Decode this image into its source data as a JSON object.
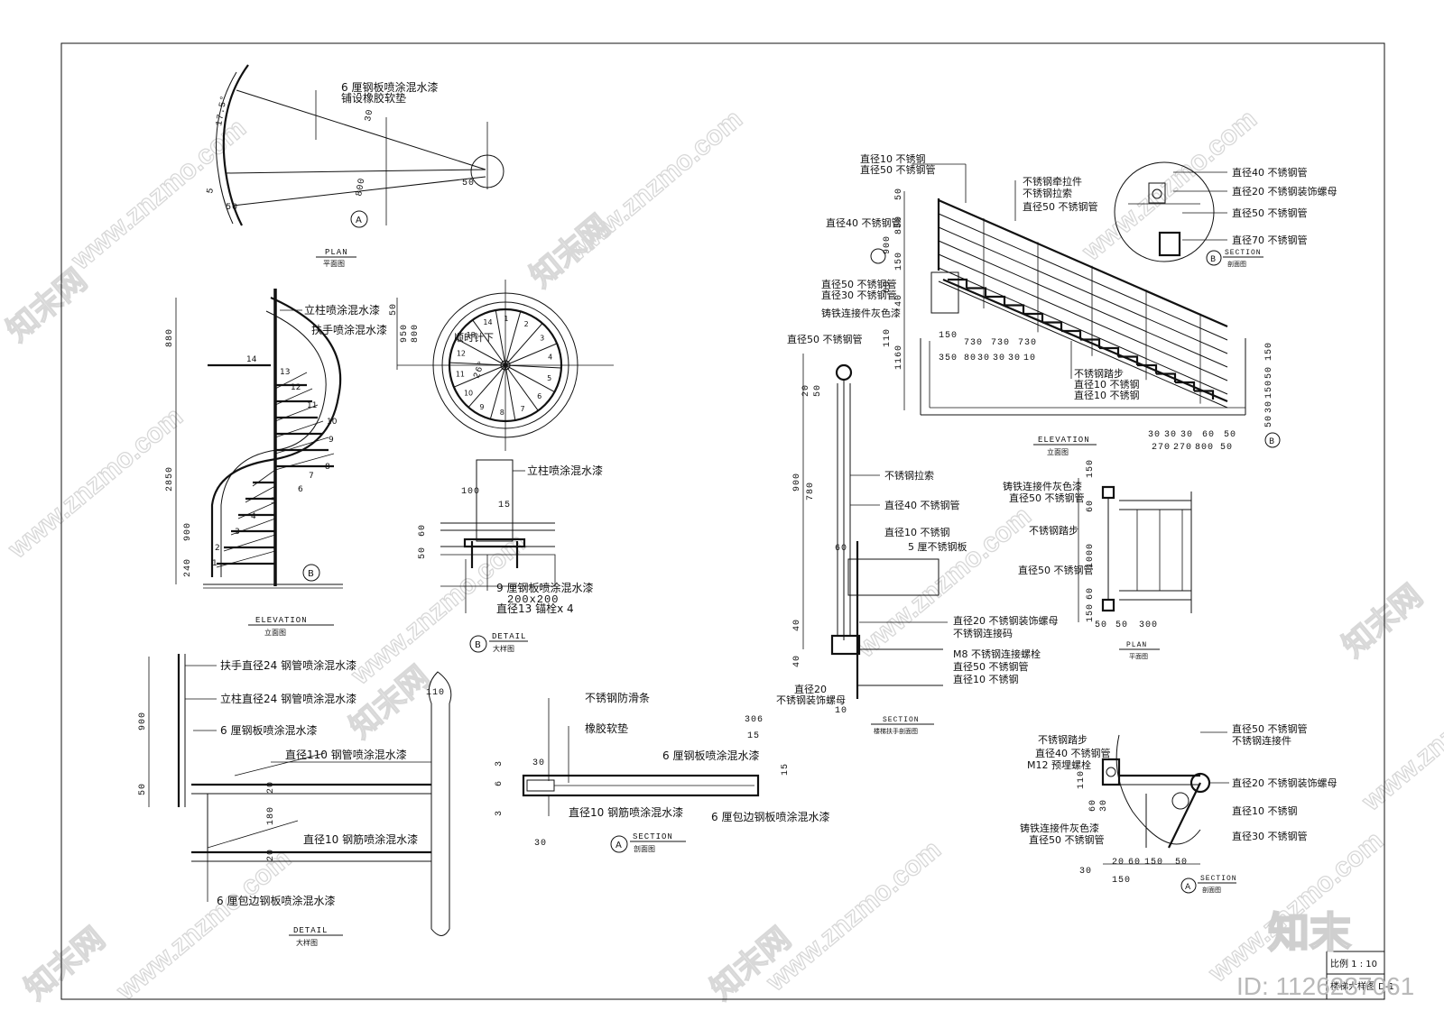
{
  "watermark": {
    "site": "www.znzmo.com",
    "brand": "知末网",
    "logo_text": "知末",
    "id_label": "ID: 1126237061"
  },
  "title_block": {
    "scale_label": "比例 1 : 10",
    "drawing_name": "楼梯大样图 D-1"
  },
  "plan_top": {
    "view_title": "PLAN",
    "view_subtitle": "平面图",
    "note": [
      "6 厘钢板喷涂混水漆",
      "铺设橡胶软垫"
    ],
    "dims": [
      "17.5°",
      "30",
      "800",
      "5",
      "50",
      "50"
    ],
    "marker": "A"
  },
  "spiral_elevation": {
    "view_title": "ELEVATION",
    "view_subtitle": "立面图",
    "labels": [
      "立柱喷涂混水漆",
      "扶手喷涂混水漆"
    ],
    "dims": [
      "880",
      "2850",
      "900",
      "240"
    ],
    "step_numbers": [
      "1",
      "2",
      "3",
      "4",
      "5",
      "6",
      "7",
      "8",
      "9",
      "10",
      "11",
      "12",
      "13",
      "14"
    ],
    "marker": "B"
  },
  "spiral_plan": {
    "arrow_note": "顺时针下",
    "angle": "26°",
    "dims": [
      "50",
      "950",
      "800"
    ],
    "step_numbers": [
      "1",
      "2",
      "3",
      "4",
      "5",
      "6",
      "7",
      "8",
      "9",
      "10",
      "11",
      "12",
      "13",
      "14"
    ]
  },
  "detail_b": {
    "view_title": "DETAIL",
    "view_subtitle": "大样图",
    "marker": "B",
    "labels": [
      "立柱喷涂混水漆",
      "9 厘钢板喷涂混水漆",
      "200x200",
      "直径13 锚栓x 4"
    ],
    "dims": [
      "100",
      "15",
      "60",
      "50",
      "50"
    ]
  },
  "detail_a": {
    "view_title": "DETAIL",
    "view_subtitle": "大样图",
    "labels": [
      "扶手直径24 钢管喷涂混水漆",
      "立柱直径24 钢管喷涂混水漆",
      "6 厘钢板喷涂混水漆",
      "直径110 钢管喷涂混水漆",
      "直径10 钢筋喷涂混水漆",
      "6 厘包边钢板喷涂混水漆"
    ],
    "dims": [
      "900",
      "50",
      "110",
      "20",
      "180",
      "20"
    ]
  },
  "section_a_tread": {
    "view_title": "SECTION",
    "view_subtitle": "剖面图",
    "marker": "A",
    "labels": [
      "不锈钢防滑条",
      "橡胶软垫",
      "6 厘钢板喷涂混水漆",
      "直径10 钢筋喷涂混水漆",
      "6 厘包边钢板喷涂混水漆"
    ],
    "dims": [
      "306",
      "15",
      "30",
      "3",
      "6",
      "3",
      "30",
      "15"
    ]
  },
  "straight_elevation": {
    "view_title": "ELEVATION",
    "view_subtitle": "立面图",
    "marker": "B",
    "labels_left": [
      "直径10 不锈钢",
      "直径50 不锈钢管",
      "直径40 不锈钢管",
      "直径50 不锈钢管",
      "直径30 不锈钢管",
      "铸铁连接件灰色漆"
    ],
    "labels_right": [
      "不锈钢牵拉件",
      "不锈钢拉索",
      "直径50 不锈钢管"
    ],
    "labels_bottom": [
      "不锈钢踏步",
      "直径10 不锈钢",
      "直径10 不锈钢"
    ],
    "dims_top": [
      "150",
      "730",
      "730",
      "730"
    ],
    "dims_row": [
      "350",
      "80",
      "30",
      "30",
      "30",
      "10"
    ],
    "dims_left": [
      "50",
      "850",
      "900",
      "150",
      "60",
      "40",
      "110",
      "1160"
    ],
    "dims_bottom": [
      "30",
      "30",
      "30",
      "60",
      "50"
    ],
    "dims_bottom2": [
      "270",
      "270",
      "800",
      "50"
    ],
    "dims_right": [
      "150",
      "50",
      "150",
      "30",
      "50"
    ]
  },
  "section_b_small": {
    "view_title": "SECTION",
    "view_subtitle": "剖面图",
    "marker": "B",
    "labels": [
      "直径40 不锈钢管",
      "直径20 不锈钢装饰螺母",
      "直径50 不锈钢管",
      "直径70 不锈钢管"
    ]
  },
  "handrail_section": {
    "view_title": "SECTION",
    "view_subtitle": "楼梯扶手剖面图",
    "labels": [
      "直径50 不锈钢管",
      "不锈钢拉索",
      "直径40 不锈钢管",
      "直径10 不锈钢",
      "5 厘不锈钢板",
      "直径20 不锈钢装饰螺母",
      "不锈钢连接码",
      "M8 不锈钢连接螺栓",
      "直径50 不锈钢管",
      "直径10 不锈钢",
      "直径20",
      "不锈钢装饰螺母"
    ],
    "dims": [
      "20",
      "50",
      "900",
      "780",
      "40",
      "40",
      "60",
      "10"
    ]
  },
  "plan_right": {
    "view_title": "PLAN",
    "view_subtitle": "平面图",
    "labels": [
      "铸铁连接件灰色漆",
      "直径50 不锈钢管",
      "不锈钢踏步",
      "直径50 不锈钢管"
    ],
    "dims": [
      "150",
      "60",
      "1000",
      "60",
      "150",
      "50",
      "50",
      "300"
    ]
  },
  "section_a_right": {
    "view_title": "SECTION",
    "view_subtitle": "剖面图",
    "marker": "A",
    "labels_left": [
      "不锈钢踏步",
      "直径40 不锈钢管",
      "M12 预埋螺栓",
      "铸铁连接件灰色漆",
      "直径50 不锈钢管"
    ],
    "labels_right": [
      "直径50 不锈钢管",
      "不锈钢连接件",
      "直径20 不锈钢装饰螺母",
      "直径10 不锈钢",
      "直径30 不锈钢管"
    ],
    "dims": [
      "30",
      "20",
      "60",
      "150",
      "50",
      "150",
      "110",
      "60",
      "30"
    ]
  }
}
